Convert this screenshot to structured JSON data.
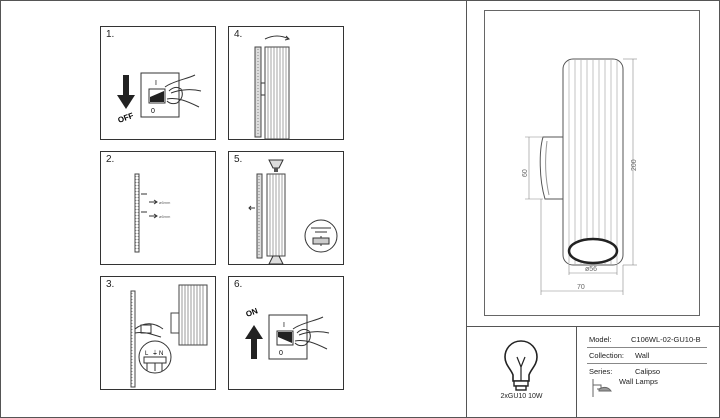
{
  "steps": [
    {
      "number": "1.",
      "caption": "OFF",
      "switch_on": "I",
      "switch_off": "0"
    },
    {
      "number": "2.",
      "screw_label_1": "ø6mm",
      "screw_label_2": "ø6mm"
    },
    {
      "number": "3.",
      "terminal_labels": [
        "L",
        "⏚",
        "N"
      ]
    },
    {
      "number": "4."
    },
    {
      "number": "5."
    },
    {
      "number": "6.",
      "caption": "ON",
      "switch_on": "I",
      "switch_off": "0"
    }
  ],
  "drawing": {
    "dim_height": "200",
    "dim_base": "60",
    "dim_diameter": "ø56",
    "dim_depth": "70"
  },
  "bulb": {
    "label": "2xGU10 10W"
  },
  "spec": {
    "model_key": "Model:",
    "model_val": "C106WL-02-GU10-B",
    "collection_key": "Collection:",
    "collection_val": "Wall",
    "series_key": "Series:",
    "series_val": "Calipso",
    "type_val": "Wall Lamps"
  }
}
